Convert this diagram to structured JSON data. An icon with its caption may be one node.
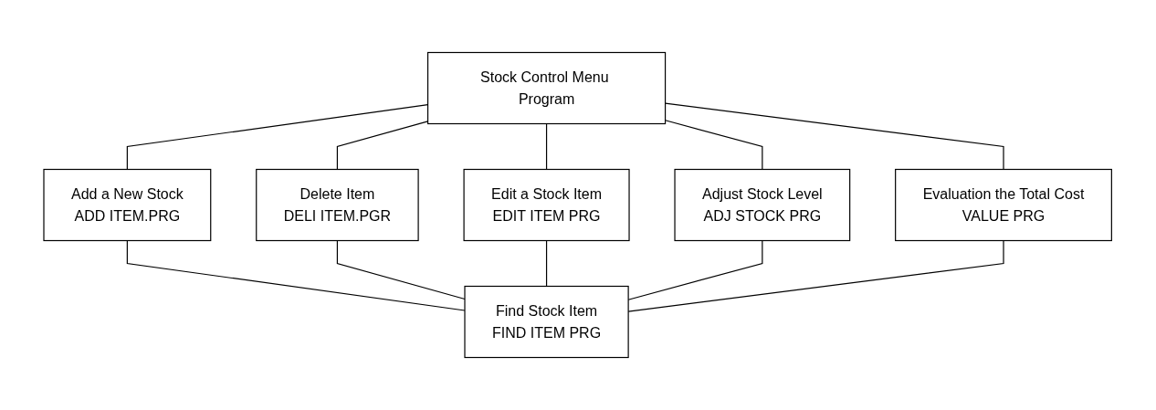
{
  "diagram": {
    "nodes": [
      {
        "text": [
          "Stock Control Menu Program"
        ]
      },
      {
        "text": [
          "Add a New Stock",
          "ADD ITEM.PRG"
        ]
      },
      {
        "text": [
          "Delete Item",
          "DELI ITEM.PGR"
        ]
      },
      {
        "text": [
          "Edit a Stock Item",
          "EDIT ITEM PRG"
        ]
      },
      {
        "text": [
          "Adjust Stock Level",
          "ADJ STOCK PRG"
        ]
      },
      {
        "text": [
          "Evaluation the Total Cost",
          "VALUE PRG"
        ]
      },
      {
        "text": [
          "Find Stock Item",
          "FIND ITEM PRG"
        ]
      }
    ],
    "edges": [
      {
        "from": 0,
        "to": 1,
        "arrow": "none"
      },
      {
        "from": 0,
        "to": 2,
        "arrow": "none"
      },
      {
        "from": 0,
        "to": 3,
        "arrow": "none"
      },
      {
        "from": 0,
        "to": 4,
        "arrow": "none"
      },
      {
        "from": 0,
        "to": 5,
        "arrow": "none"
      },
      {
        "from": 1,
        "to": 6,
        "arrow": "none"
      },
      {
        "from": 2,
        "to": 6,
        "arrow": "none"
      },
      {
        "from": 3,
        "to": 6,
        "arrow": "none"
      },
      {
        "from": 4,
        "to": 6,
        "arrow": "none"
      },
      {
        "from": 5,
        "to": 6,
        "arrow": "none"
      }
    ]
  }
}
